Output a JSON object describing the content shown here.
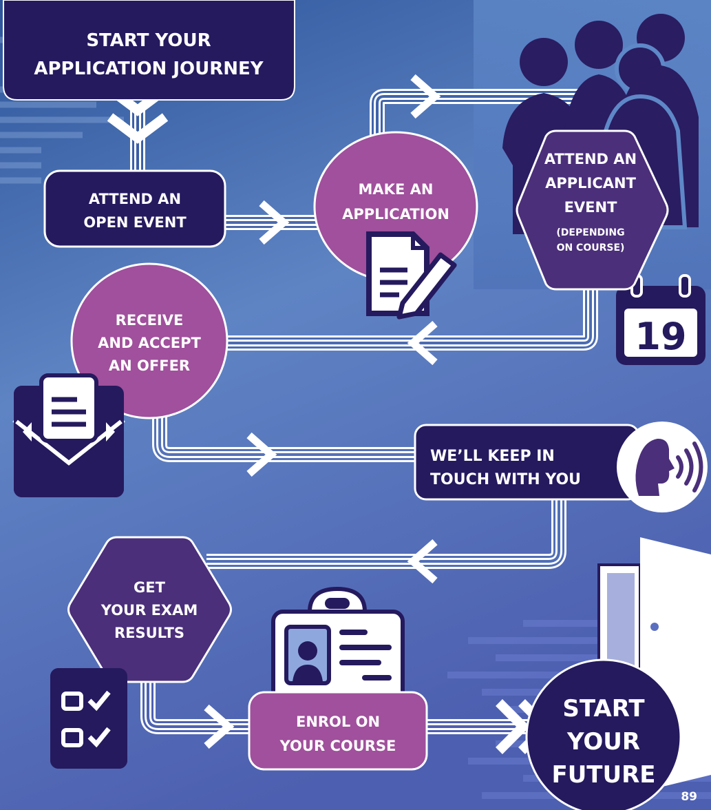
{
  "steps": {
    "start_journey": [
      "START YOUR",
      "APPLICATION JOURNEY"
    ],
    "open_event": [
      "ATTEND AN",
      "OPEN EVENT"
    ],
    "make_application": [
      "MAKE AN",
      "APPLICATION"
    ],
    "applicant_event": [
      "ATTEND AN",
      "APPLICANT",
      "EVENT"
    ],
    "applicant_event_note": [
      "(DEPENDING",
      "ON COURSE)"
    ],
    "receive_offer": [
      "RECEIVE",
      "AND ACCEPT",
      "AN OFFER"
    ],
    "keep_in_touch": [
      "WE’LL KEEP IN",
      "TOUCH WITH YOU"
    ],
    "exam_results": [
      "GET",
      "YOUR EXAM",
      "RESULTS"
    ],
    "enrol": [
      "ENROL ON",
      "YOUR COURSE"
    ],
    "start_future": [
      "START",
      "YOUR",
      "FUTURE"
    ]
  },
  "calendar_day": "19",
  "page_number": "89",
  "colors": {
    "navy": "#251a5e",
    "magenta": "#a0509c",
    "purple": "#4b2f7a",
    "white": "#ffffff",
    "bg_top": "#2c559a",
    "bg_bottom": "#5464b4"
  },
  "icons": [
    "people-silhouettes-icon",
    "document-pen-icon",
    "calendar-icon",
    "envelope-letter-icon",
    "speaking-head-icon",
    "checklist-icon",
    "id-badge-icon",
    "open-door-icon"
  ]
}
